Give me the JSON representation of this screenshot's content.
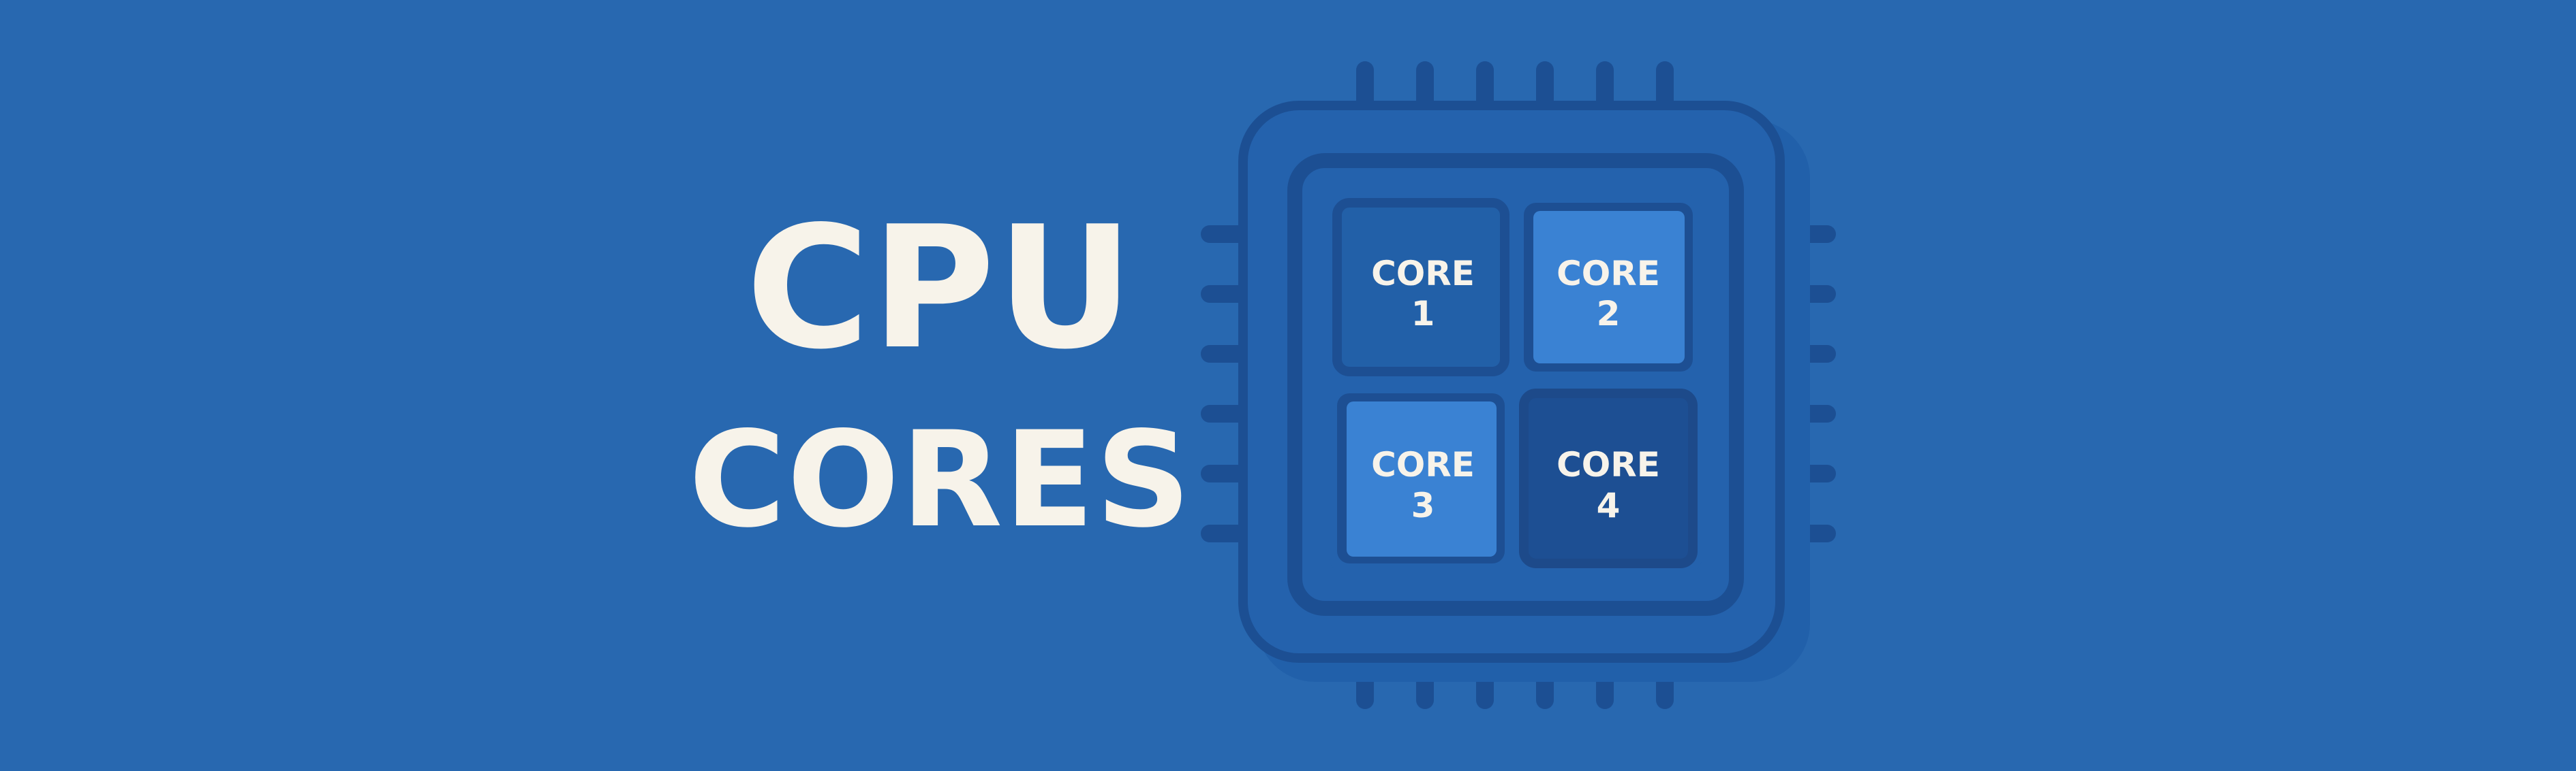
{
  "headline": {
    "line1": "CPU",
    "line2": "CORES"
  },
  "chip": {
    "cores": [
      {
        "word": "CORE",
        "number": "1",
        "fill": "#2260a8"
      },
      {
        "word": "CORE",
        "number": "2",
        "fill": "#3a82d3"
      },
      {
        "word": "CORE",
        "number": "3",
        "fill": "#3a82d3"
      },
      {
        "word": "CORE",
        "number": "4",
        "fill": "#1d4f93"
      }
    ]
  },
  "colors": {
    "background": "#2868b0",
    "chip_body": "#2462ad",
    "chip_outline": "#1c4f93",
    "chip_shadow": "#2160aa",
    "pin": "#1c4f93",
    "text": "#f7f3ea"
  }
}
